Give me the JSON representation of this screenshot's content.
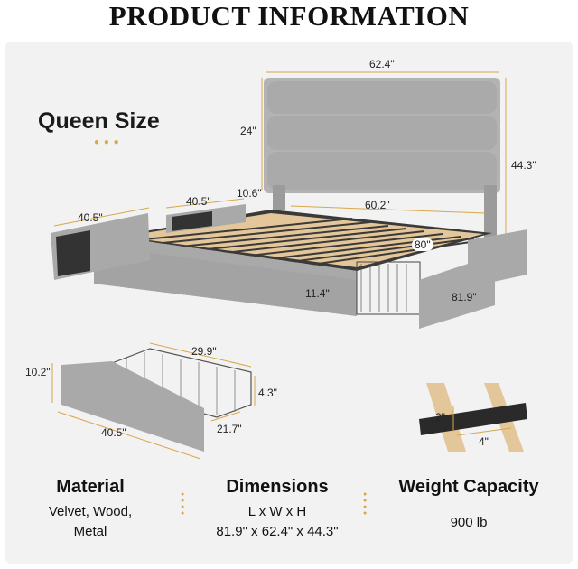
{
  "header": {
    "title": "PRODUCT INFORMATION"
  },
  "size_label": "Queen Size",
  "bed_dims": {
    "width_headboard": "62.4\"",
    "headboard_height": "24\"",
    "total_height": "44.3\"",
    "clearance": "10.6\"",
    "inner_width": "60.2\"",
    "drawer_left": "40.5\"",
    "drawer_left2": "40.5\"",
    "rail_length": "80\"",
    "side_height": "11.4\"",
    "length": "81.9\""
  },
  "drawer_dims": {
    "height": "10.2\"",
    "basket_width": "29.9\"",
    "basket_height": "4.3\"",
    "depth": "21.7\"",
    "length": "40.5\""
  },
  "slat_dims": {
    "thickness": "2\"",
    "width": "4\""
  },
  "specs": [
    {
      "title": "Material",
      "lines": [
        "Velvet, Wood,",
        "Metal"
      ]
    },
    {
      "title": "Dimensions",
      "lines": [
        "L x W x H",
        "81.9\" x 62.4\" x 44.3\""
      ]
    },
    {
      "title": "Weight Capacity",
      "lines": [
        "900 lb"
      ]
    }
  ],
  "colors": {
    "fabric": "#a9a9a9",
    "frame": "#3c3a38",
    "wood": "#e3c79a",
    "accent": "#d8a74a"
  }
}
